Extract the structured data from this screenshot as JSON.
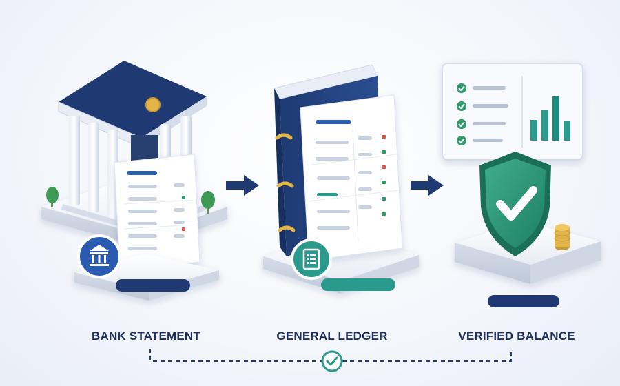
{
  "steps": [
    {
      "label": "BANK STATEMENT",
      "icon": "bank-icon",
      "pill_color": "#1f3a73"
    },
    {
      "label": "GENERAL LEDGER",
      "icon": "ledger-icon",
      "pill_color": "#2a9a8c"
    },
    {
      "label": "VERIFIED BALANCE",
      "icon": "shield-check-icon",
      "pill_color": "#1f3a73"
    }
  ],
  "colors": {
    "navy": "#1f3a73",
    "teal": "#2a9a8c",
    "green": "#2f9a6b",
    "red": "#d9544d",
    "gold": "#e2b44a"
  }
}
